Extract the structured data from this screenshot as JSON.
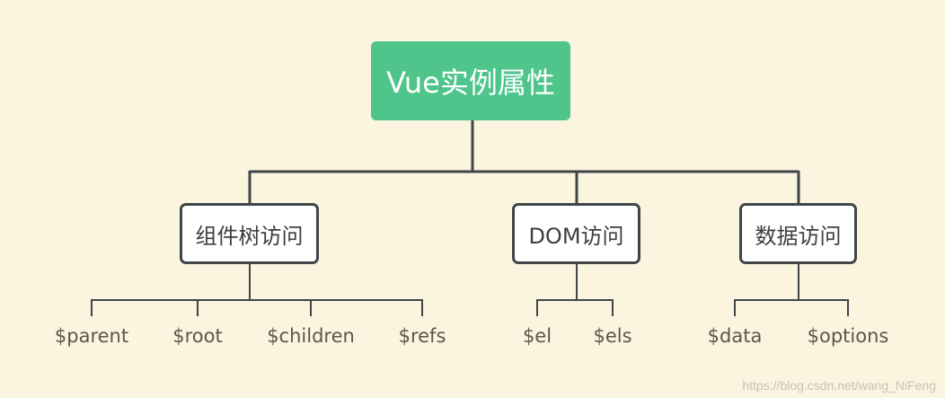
{
  "root": {
    "label": "Vue实例属性"
  },
  "categories": [
    {
      "label": "组件树访问",
      "children": [
        "$parent",
        "$root",
        "$children",
        "$refs"
      ]
    },
    {
      "label": "DOM访问",
      "children": [
        "$el",
        "$els"
      ]
    },
    {
      "label": "数据访问",
      "children": [
        "$data",
        "$options"
      ]
    }
  ],
  "watermark": "https://blog.csdn.net/wang_NiFeng",
  "colors": {
    "root_fill": "#4fc58c",
    "background": "#fbf4df",
    "line": "#3f4548"
  }
}
